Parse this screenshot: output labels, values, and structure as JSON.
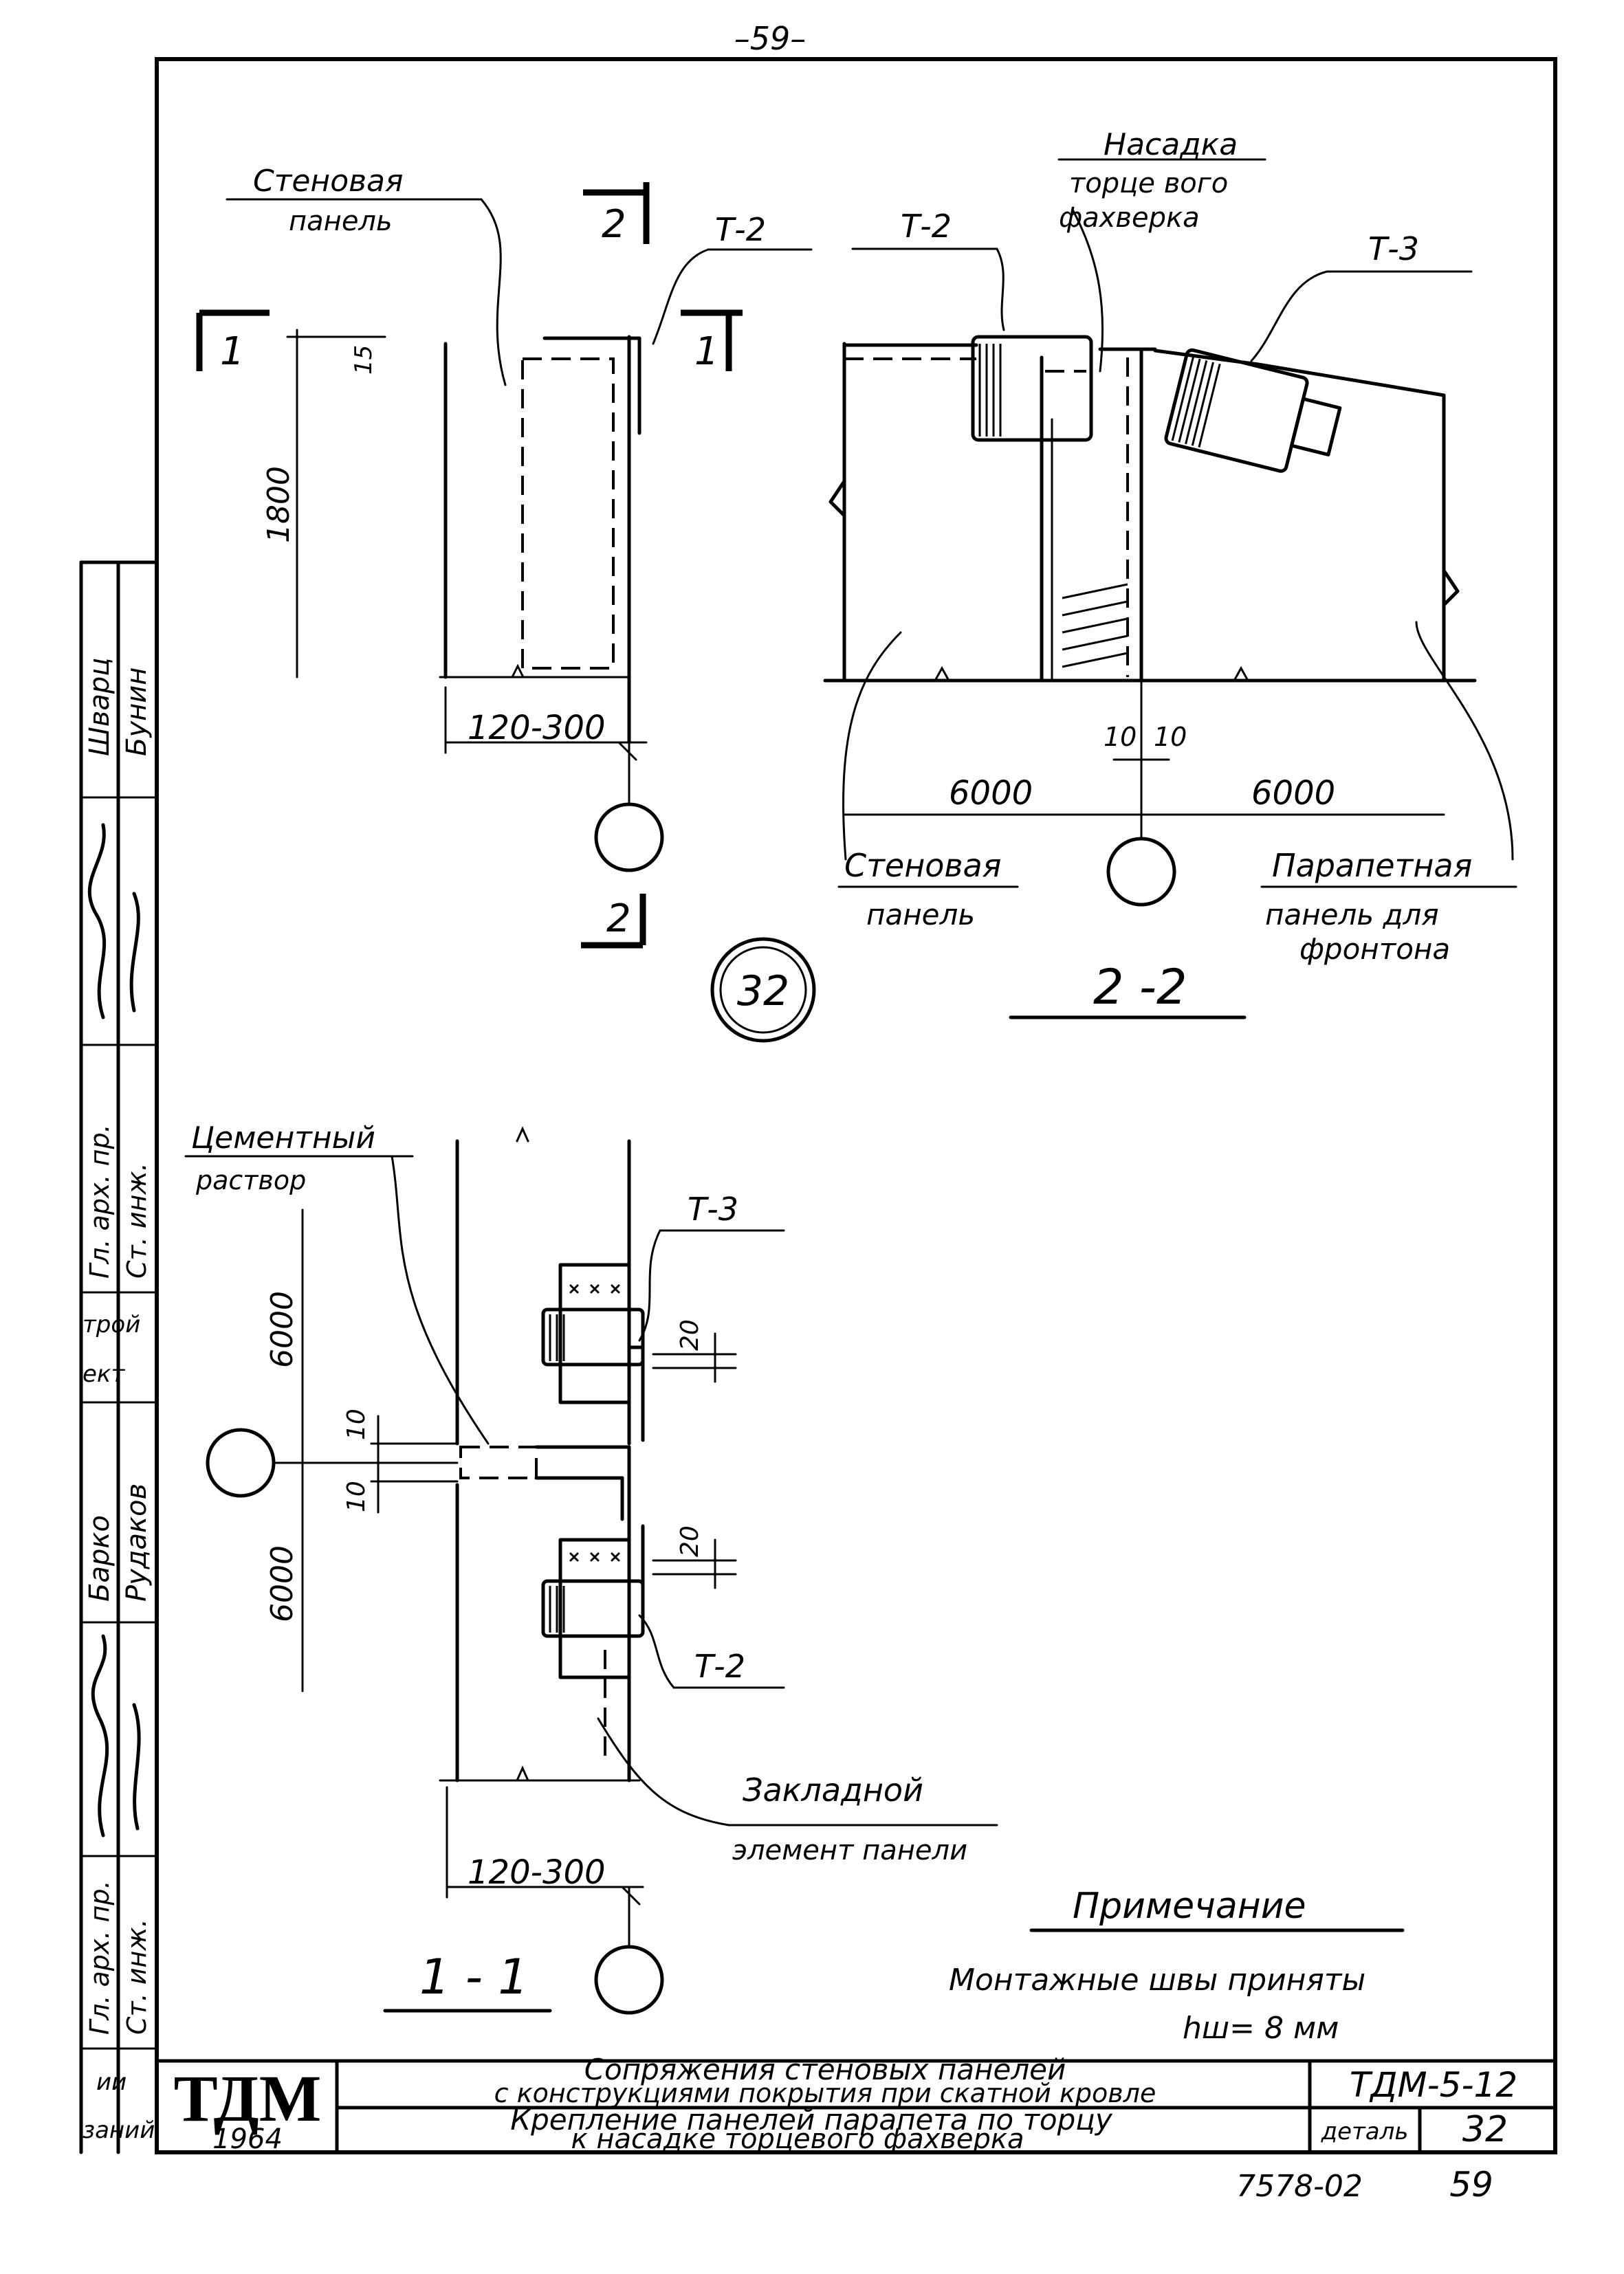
{
  "page": {
    "number_top": "–59–",
    "number_bottom": "59",
    "archive_no": "7578-02"
  },
  "section_2_2": {
    "title": "2 -2",
    "labels": {
      "wall_panel_l1": "Стеновая",
      "wall_panel_l2": "панель",
      "nozzle_l1": "Насадка",
      "nozzle_l2": "торце вого",
      "nozzle_l3": "фахверка",
      "t2": "Т-2",
      "t3": "Т-3",
      "wall_panel_bottom_l1": "Стеновая",
      "wall_panel_bottom_l2": "панель",
      "parapet_l1": "Парапетная",
      "parapet_l2": "панель для",
      "parapet_l3": "фронтона"
    },
    "dims": {
      "left": "6000",
      "right": "6000",
      "gap_left": "10",
      "gap_right": "10"
    }
  },
  "top_left_view": {
    "labels": {
      "wall_panel_l1": "Стеновая",
      "wall_panel_l2": "панель",
      "t2": "Т-2",
      "cut_1_left": "1",
      "cut_1_right": "1",
      "cut_2_top": "2",
      "cut_2_bottom": "2"
    },
    "dims": {
      "height": "1800",
      "small": "15",
      "width": "120-300"
    }
  },
  "detail_badge": "32",
  "section_1_1": {
    "title": "1 - 1",
    "labels": {
      "cement_l1": "Цементный",
      "cement_l2": "раствор",
      "t3": "Т-3",
      "t2": "Т-2",
      "embedded_l1": "Закладной",
      "embedded_l2": "элемент панели"
    },
    "dims": {
      "top": "6000",
      "bottom": "6000",
      "gap1": "10",
      "gap2": "10",
      "weld_top": "20",
      "weld_bottom": "20",
      "width": "120-300"
    }
  },
  "note": {
    "heading": "Примечание",
    "line1": "Монтажные   швы  приняты",
    "line2": "hш= 8 мм"
  },
  "title_block": {
    "logo": "ТДМ",
    "year": "1964",
    "title_l1": "Сопряжения  стеновых  панелей",
    "title_l2": "с конструкциями  покрытия  при скатной кровле",
    "sub_l1": "Крепление  панелей  парапета  по торцу",
    "sub_l2": "к  насадке  торцевого  фахверка",
    "code": "ТДМ-5-12",
    "detail_label": "деталь",
    "detail_no": "32"
  },
  "side_stamp": {
    "r1": "Шварц",
    "r2": "Бунин",
    "r3": "Гл. арх. пр.",
    "r4": "Ст. инж.",
    "r5": "трой",
    "r6": "ект",
    "r7": "Барко",
    "r8": "Рудаков",
    "r9": "Гл. арх. пр.",
    "r10": "Ст. инж.",
    "r11": "ии",
    "r12": "заний"
  }
}
